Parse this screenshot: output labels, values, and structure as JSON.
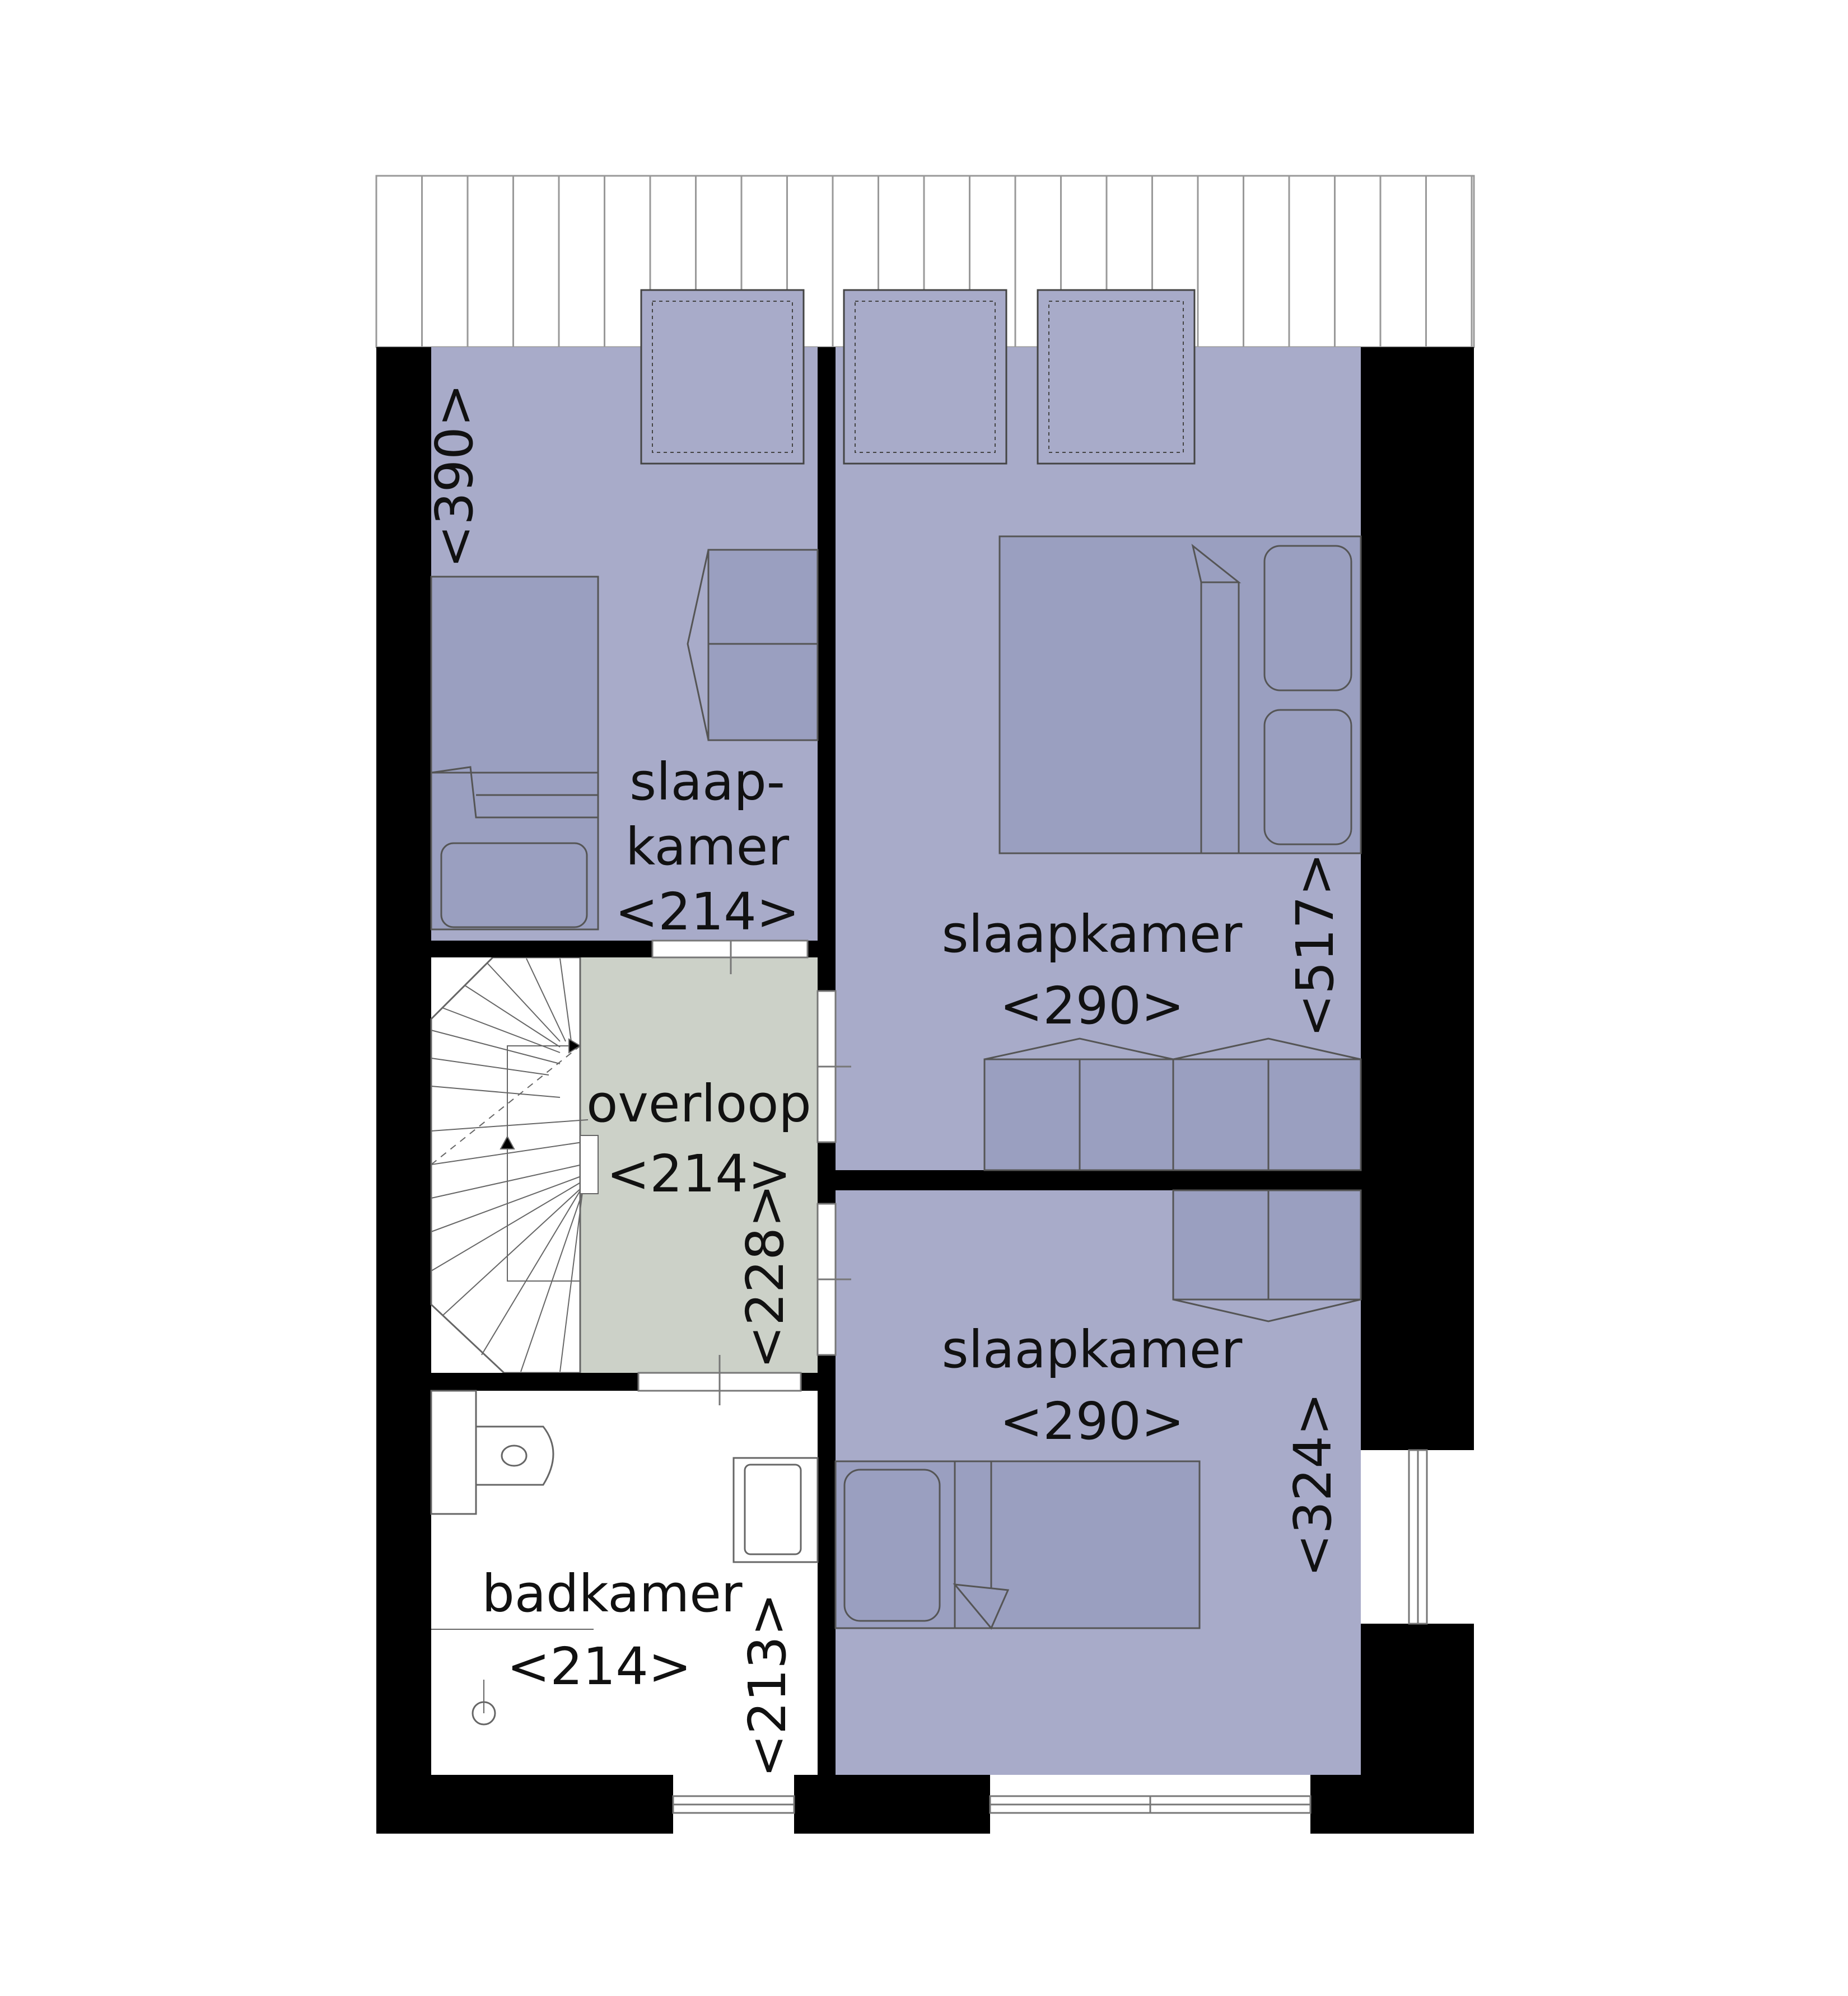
{
  "colors": {
    "wall": "#000000",
    "bedroom": "#a8abc9",
    "furniture": "#9a9fc0",
    "landing": "#ccd1c8",
    "bathroom": "#ffffff",
    "roof_lines": "#999999"
  },
  "rooms": {
    "bedroom_small": {
      "name_line1": "slaap-",
      "name_line2": "kamer",
      "width": "<214>",
      "depth": "<390>"
    },
    "bedroom_top": {
      "name": "slaapkamer",
      "width": "<290>",
      "depth": "<517>"
    },
    "landing": {
      "name": "overloop",
      "width": "<214>",
      "depth": "<228>"
    },
    "bedroom_bottom": {
      "name": "slaapkamer",
      "width": "<290>",
      "depth": "<324>"
    },
    "bathroom": {
      "name": "badkamer",
      "width": "<214>",
      "depth": "<213>"
    }
  },
  "icons": {
    "roof": "roof-icon",
    "skylight": "skylight-icon",
    "bed": "bed-icon",
    "pillow": "pillow-icon",
    "wardrobe": "wardrobe-icon",
    "staircase": "staircase-icon",
    "toilet": "toilet-icon",
    "washbasin": "washbasin-icon",
    "shower_drain": "shower-drain-icon",
    "window": "window-icon",
    "door": "door-icon"
  }
}
